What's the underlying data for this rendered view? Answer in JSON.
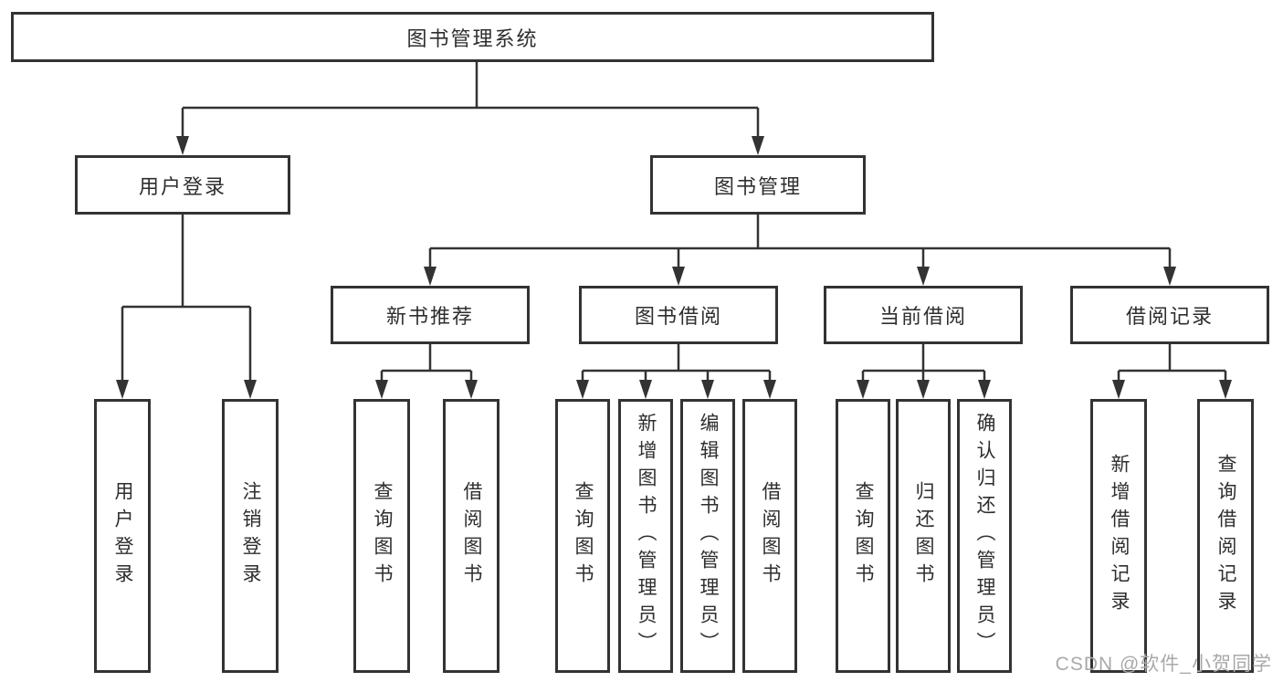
{
  "diagram": {
    "root": "图书管理系统",
    "branches": {
      "user": {
        "label": "用户登录",
        "leaves": [
          "用户登录",
          "注销登录"
        ]
      },
      "books": {
        "label": "图书管理",
        "groups": [
          {
            "label": "新书推荐",
            "leaves": [
              "查询图书",
              "借阅图书"
            ]
          },
          {
            "label": "图书借阅",
            "leaves": [
              "查询图书",
              "新增图书（管理员）",
              "编辑图书（管理员）",
              "借阅图书"
            ]
          },
          {
            "label": "当前借阅",
            "leaves": [
              "查询图书",
              "归还图书",
              "确认归还（管理员）"
            ]
          },
          {
            "label": "借阅记录",
            "leaves": [
              "新增借阅记录",
              "查询借阅记录"
            ]
          }
        ]
      }
    }
  },
  "watermark": "CSDN @软件_小贺同学",
  "colors": {
    "line": "#333333",
    "box_border": "#333333",
    "text": "#2e2e2e",
    "watermark": "#a9a9a9",
    "background": "#ffffff"
  }
}
